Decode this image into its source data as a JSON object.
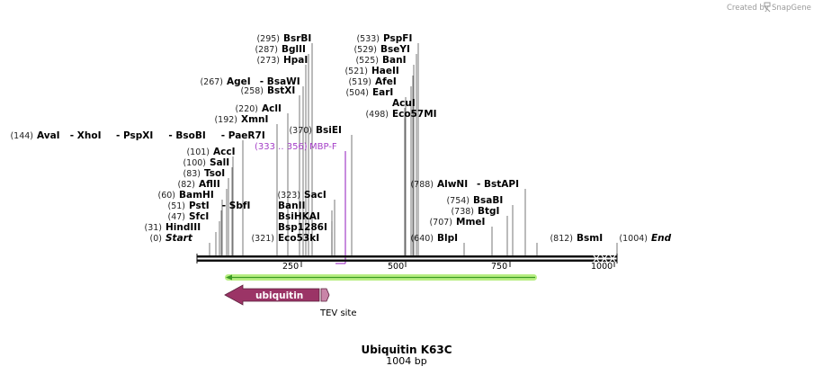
{
  "credit": "Created by",
  "brand": "SnapGene",
  "title": "Ubiquitin K63C",
  "length_label": "1004 bp",
  "total_bp": 1004,
  "ticks": [
    "250",
    "500",
    "750",
    "1000"
  ],
  "enzymes": [
    {
      "pos": "(0)",
      "name": "Start",
      "italic": true
    },
    {
      "pos": "(31)",
      "name": "HindIII"
    },
    {
      "pos": "(47)",
      "name": "SfcI"
    },
    {
      "pos": "(51)",
      "name": "PstI",
      "extra": [
        "SbfI"
      ]
    },
    {
      "pos": "(60)",
      "name": "BamHI"
    },
    {
      "pos": "(82)",
      "name": "AflII"
    },
    {
      "pos": "(83)",
      "name": "TsoI"
    },
    {
      "pos": "(100)",
      "name": "SalI"
    },
    {
      "pos": "(101)",
      "name": "AccI"
    },
    {
      "pos": "(144)",
      "name": "AvaI",
      "extra": [
        "XhoI",
        "PspXI",
        "BsoBI",
        "PaeR7I"
      ]
    },
    {
      "pos": "(192)",
      "name": "XmnI"
    },
    {
      "pos": "(220)",
      "name": "AclI"
    },
    {
      "pos": "(258)",
      "name": "BstXI"
    },
    {
      "pos": "(267)",
      "name": "AgeI",
      "extra": [
        "BsaWI"
      ]
    },
    {
      "pos": "(273)",
      "name": "HpaI"
    },
    {
      "pos": "(287)",
      "name": "BglII"
    },
    {
      "pos": "(295)",
      "name": "BsrBI"
    },
    {
      "pos": "(321)",
      "name": "Eco53kI"
    },
    {
      "pos": "",
      "name": "Bsp1286I"
    },
    {
      "pos": "",
      "name": "BsiHKAI"
    },
    {
      "pos": "",
      "name": "BanII"
    },
    {
      "pos": "(323)",
      "name": "SacI"
    },
    {
      "pos": "(370)",
      "name": "BsiEI"
    },
    {
      "pos": "(498)",
      "name": "Eco57MI"
    },
    {
      "pos": "",
      "name": "AcuI"
    },
    {
      "pos": "(504)",
      "name": "EarI"
    },
    {
      "pos": "(519)",
      "name": "AfeI"
    },
    {
      "pos": "(521)",
      "name": "HaeII"
    },
    {
      "pos": "(525)",
      "name": "BanI"
    },
    {
      "pos": "(529)",
      "name": "BseYI"
    },
    {
      "pos": "(533)",
      "name": "PspFI"
    },
    {
      "pos": "(640)",
      "name": "BlpI"
    },
    {
      "pos": "(707)",
      "name": "MmeI"
    },
    {
      "pos": "(738)",
      "name": "BtgI"
    },
    {
      "pos": "(754)",
      "name": "BsaBI"
    },
    {
      "pos": "(788)",
      "name": "AlwNI",
      "extra": [
        "BstAPI"
      ]
    },
    {
      "pos": "(812)",
      "name": "BsmI"
    },
    {
      "pos": "(1004)",
      "name": "End",
      "italic": true
    }
  ],
  "primer": {
    "range": "(333 .. 356)",
    "name": "MBP-F",
    "color": "#a43fc7"
  },
  "features": [
    {
      "name": "ubiquitin",
      "color": "#9b3466"
    },
    {
      "name": "TEV site",
      "color": "#c985a8"
    }
  ],
  "orf_color": "#b7ee82",
  "orf_arrow_color": "#3c9b24"
}
